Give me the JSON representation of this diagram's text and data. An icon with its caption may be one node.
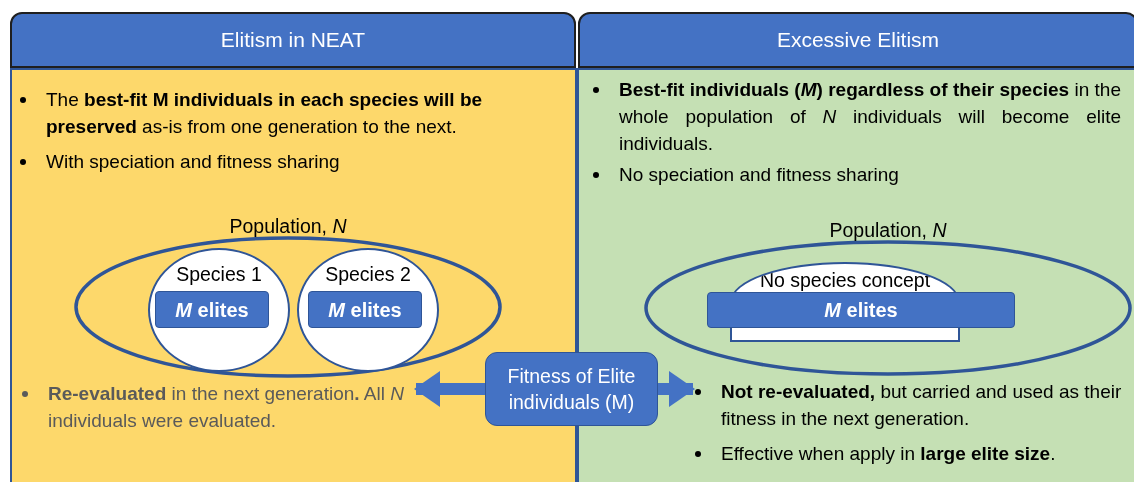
{
  "diagram": {
    "nodes": [
      {
        "text": [
          "Elitism in NEAT"
        ]
      },
      {
        "text": [
          "Excessive Elitism"
        ]
      },
      {
        "text": [
          "The **best-fit M individuals in each species will be preserved** as-is from one generation to the next.",
          "With speciation and fitness sharing"
        ]
      },
      {
        "text": [
          "Population, *N*"
        ],
        "in": 2
      },
      {
        "text": [
          "Species 1"
        ],
        "in": 3
      },
      {
        "text": [
          "*M* elites"
        ],
        "in": 4
      },
      {
        "text": [
          "Species 2"
        ],
        "in": 3
      },
      {
        "text": [
          "*M* elites"
        ],
        "in": 6
      },
      {
        "text": [
          "**Re-evaluated** in the next generation**.** All *N* individuals were evaluated."
        ],
        "in": 2
      },
      {
        "text": [
          "**Best-fit individuals (*M*) regardless of their species** in the whole population of *N* individuals will become elite individuals.",
          "No speciation and fitness sharing"
        ]
      },
      {
        "text": [
          "Population, *N*"
        ],
        "in": 9
      },
      {
        "text": [
          "No species concept"
        ],
        "in": 10
      },
      {
        "text": [
          "*M* elites"
        ],
        "in": 10
      },
      {
        "text": [
          "**Not re-evaluated,** but carried and used as their fitness in the next generation."
        ],
        "in": 9
      },
      {
        "text": [
          "Fitness of Elite individuals (M)"
        ]
      }
    ],
    "edges": [
      {
        "from": 14,
        "to": 8,
        "arrow": "to"
      },
      {
        "from": 14,
        "to": 13,
        "arrow": "to"
      }
    ],
    "labels": [
      "Effective when apply in **large elite size**."
    ]
  }
}
